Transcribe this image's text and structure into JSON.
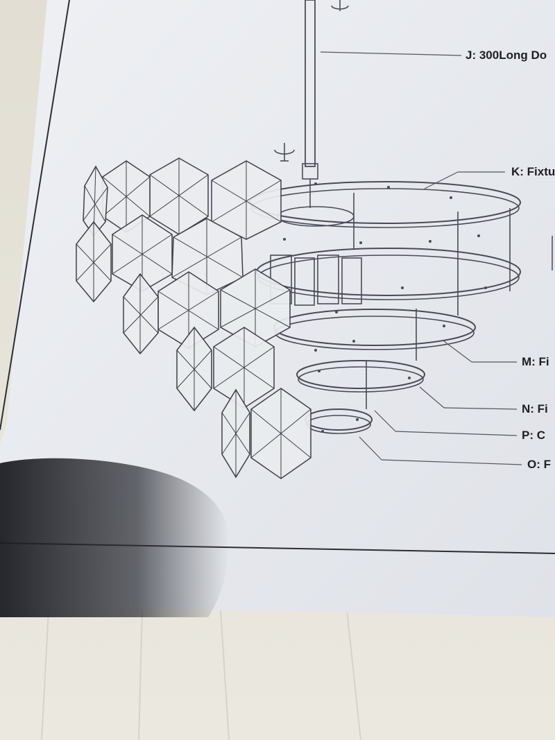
{
  "manual": {
    "callouts": [
      {
        "id": "J",
        "text": "J: 300Long Do"
      },
      {
        "id": "K",
        "text": "K: Fixtu"
      },
      {
        "id": "M",
        "text": "M: Fi"
      },
      {
        "id": "N",
        "text": "N: Fi"
      },
      {
        "id": "P",
        "text": "P: C"
      },
      {
        "id": "O",
        "text": "O: F"
      }
    ]
  },
  "colors": {
    "paper": "#e9ebef",
    "line_art": "#4a4a55",
    "table": "#e6e2d8",
    "shadow": "#24262d"
  },
  "icons": [
    "rotate-arrow-icon",
    "rotate-arrow-icon"
  ]
}
